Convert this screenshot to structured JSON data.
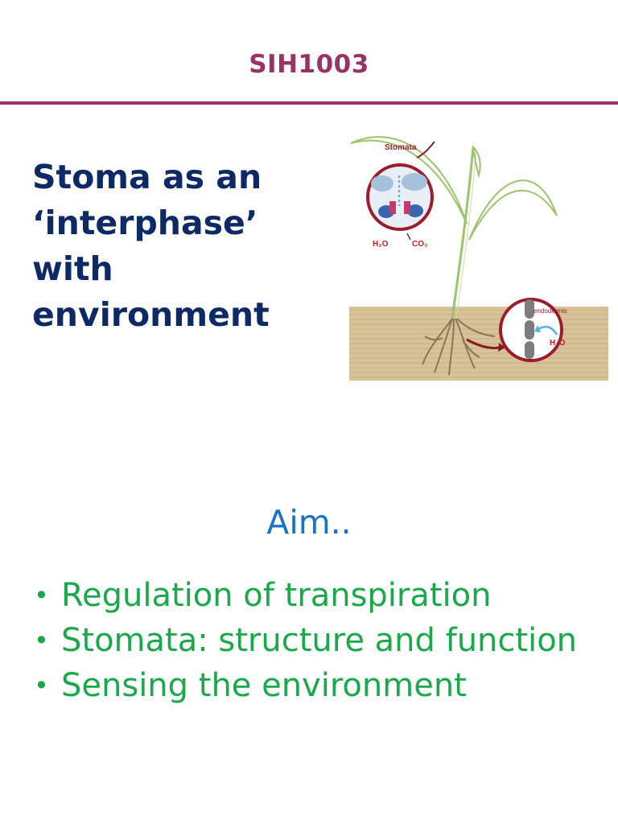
{
  "header": {
    "course_code": "SIH1003",
    "accent_color": "#993366"
  },
  "title": {
    "lines": [
      "Stoma as an",
      "‘interphase’",
      "with",
      "environment"
    ],
    "color": "#0d2a66"
  },
  "illustration": {
    "stomata_label": "Stomata",
    "h2o_label_leaf": "H₂O",
    "co2_label": "CO₂",
    "endodermis_label": "endodermis",
    "h2o_label_root": "H₂O"
  },
  "aim": {
    "heading": "Aim..",
    "color": "#1a73c7"
  },
  "bullets": {
    "bullet_glyph": "•",
    "color": "#19a94a",
    "items": [
      "Regulation of transpiration",
      "Stomata: structure and function",
      "Sensing the environment"
    ]
  }
}
